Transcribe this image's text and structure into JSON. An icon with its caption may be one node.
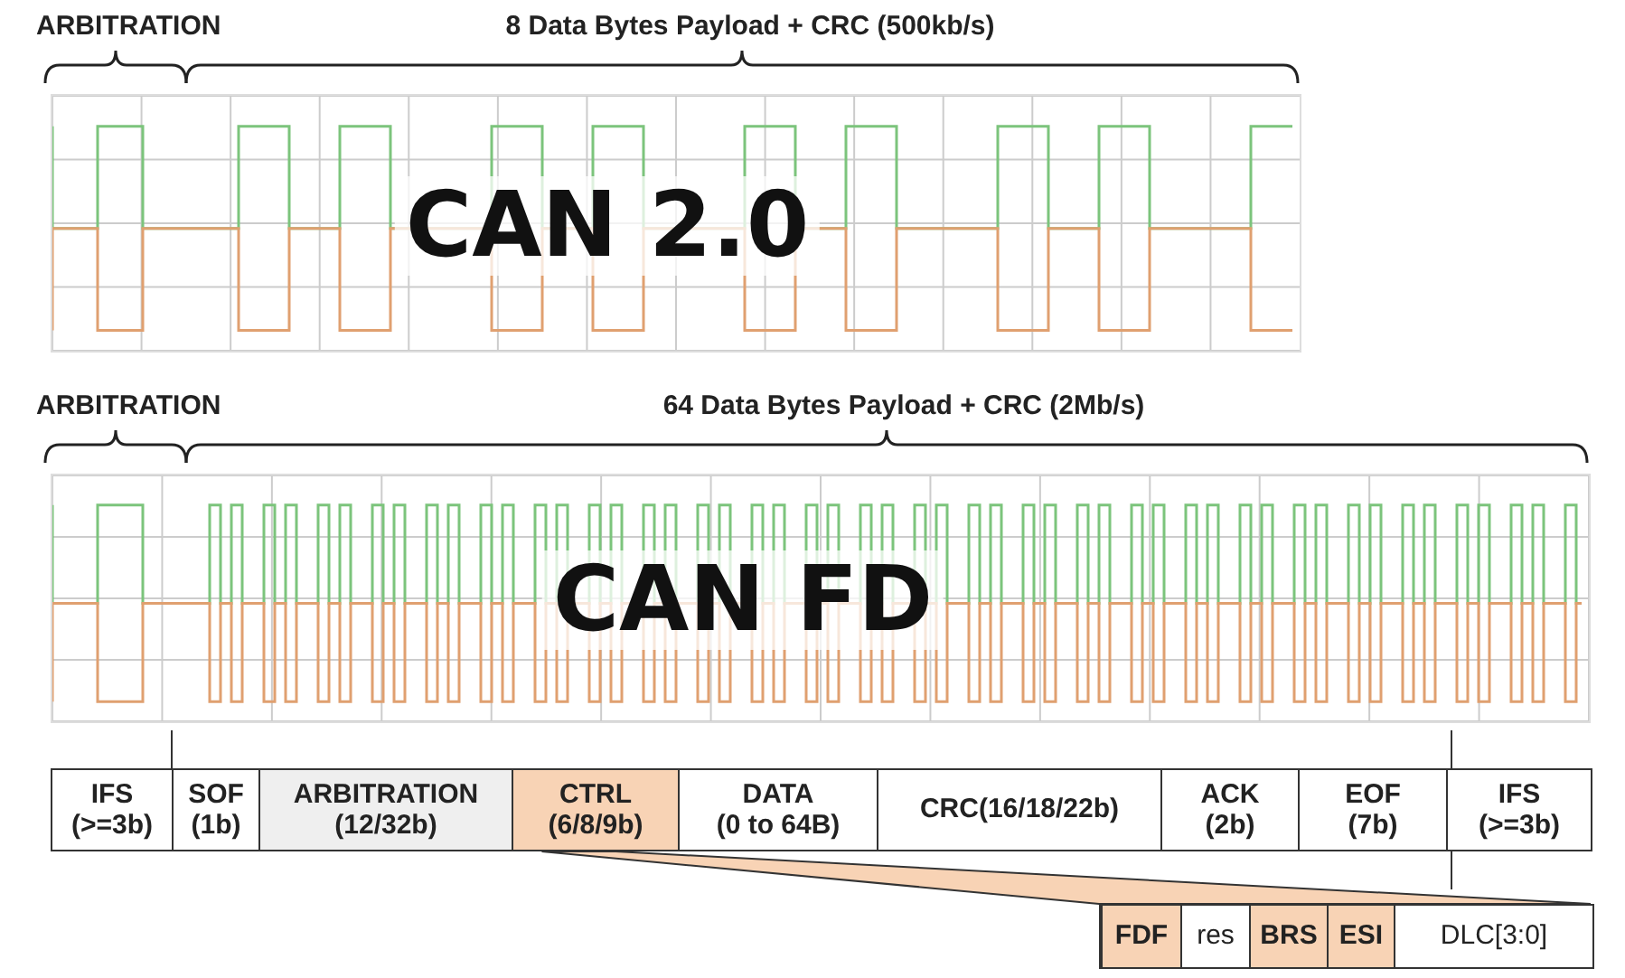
{
  "diagram": {
    "nodes": [
      {
        "text": [
          "CAN 2.0"
        ]
      },
      {
        "text": [
          "CAN FD"
        ]
      },
      {
        "text": [
          "IFS",
          "(>=3b)"
        ]
      },
      {
        "text": [
          "SOF",
          "(1b)"
        ]
      },
      {
        "text": [
          "ARBITRATION",
          "(12/32b)"
        ]
      },
      {
        "text": [
          "CTRL",
          "(6/8/9b)"
        ]
      },
      {
        "text": [
          "DATA",
          "(0 to 64B)"
        ]
      },
      {
        "text": [
          "CRC(16/18/22b)"
        ]
      },
      {
        "text": [
          "ACK",
          "(2b)"
        ]
      },
      {
        "text": [
          "EOF",
          "(7b)"
        ]
      },
      {
        "text": [
          "IFS",
          "(>=3b)"
        ]
      },
      {
        "text": [],
        "shape": "box"
      },
      {
        "text": [
          "FDF"
        ],
        "in": 11
      },
      {
        "text": [
          "res"
        ],
        "in": 11
      },
      {
        "text": [
          "BRS"
        ],
        "in": 11
      },
      {
        "text": [
          "ESI"
        ],
        "in": 11
      },
      {
        "text": [
          "DLC[3:0]"
        ],
        "in": 11
      }
    ],
    "edges": [
      {
        "from": 5,
        "to": 11,
        "arrow": "none"
      }
    ],
    "labels": [
      "ARBITRATION",
      "8 Data Bytes Payload + CRC (500kb/s)",
      "ARBITRATION",
      "64 Data Bytes Payload + CRC (2Mb/s)"
    ]
  }
}
